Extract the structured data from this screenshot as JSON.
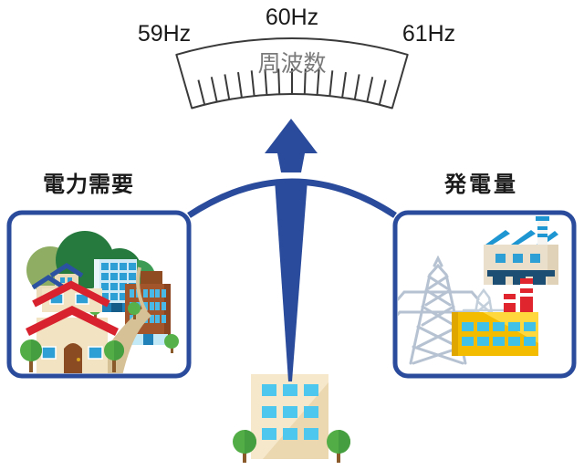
{
  "gauge": {
    "min_label": "59Hz",
    "center_label": "60Hz",
    "max_label": "61Hz",
    "face_label": "周波数",
    "tick_count": 15
  },
  "demand_box": {
    "title": "電力需要",
    "illustration": "city-with-houses-trees-and-buildings"
  },
  "supply_box": {
    "title": "発電量",
    "illustration": "power-plant-with-transmission-towers-and-factories"
  },
  "fulcrum": {
    "illustration": "office-building-with-trees"
  },
  "colors": {
    "accent_blue": "#2a4b9b",
    "gauge_outline": "#3a3a3a",
    "gauge_label_gray": "#7a7a7a",
    "red_roof": "#d8232f",
    "factory_yellow": "#f3bc00",
    "window_cyan": "#4dc7ed",
    "window_blue": "#2e9fd4",
    "tree_green": "#53ad47",
    "tree_dark_green": "#267a3e",
    "pylon_gray": "#b6c2d1",
    "wall_beige": "#f2e3c3"
  }
}
